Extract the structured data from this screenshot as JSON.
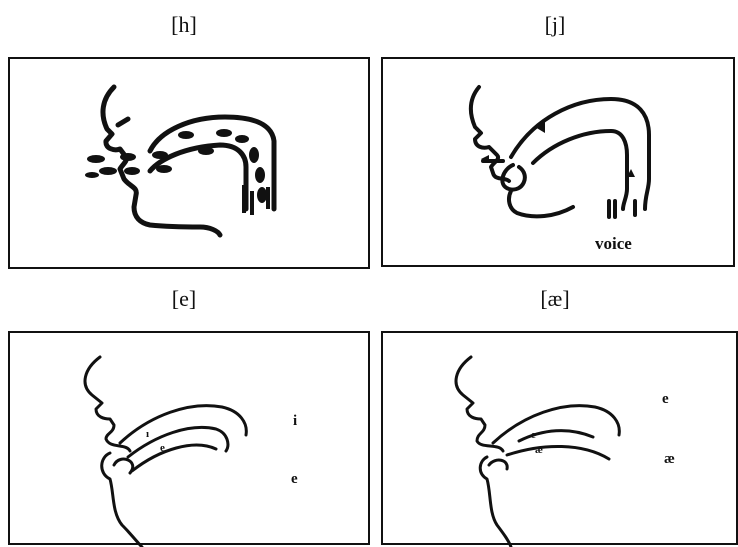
{
  "panels": [
    {
      "label": "[h]"
    },
    {
      "label": "[j]",
      "annotation": "voice"
    },
    {
      "label": "[e]",
      "markers": [
        "i",
        "e"
      ]
    },
    {
      "label": "[æ]",
      "markers": [
        "e",
        "æ"
      ]
    }
  ]
}
